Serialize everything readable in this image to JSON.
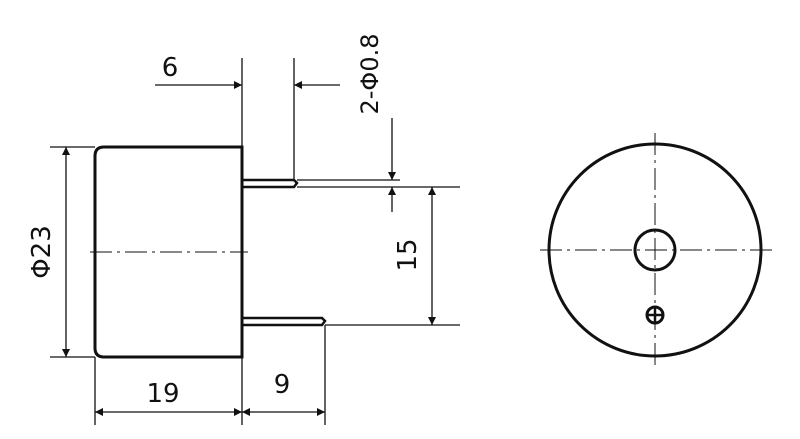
{
  "dimensions": {
    "pin_spacing_top": "6",
    "pin_diameter": "2-Φ0.8",
    "body_diameter": "Φ23",
    "pin_pitch": "15",
    "body_length": "19",
    "pin_length": "9"
  },
  "colors": {
    "line": "#111111",
    "background": "#ffffff"
  }
}
